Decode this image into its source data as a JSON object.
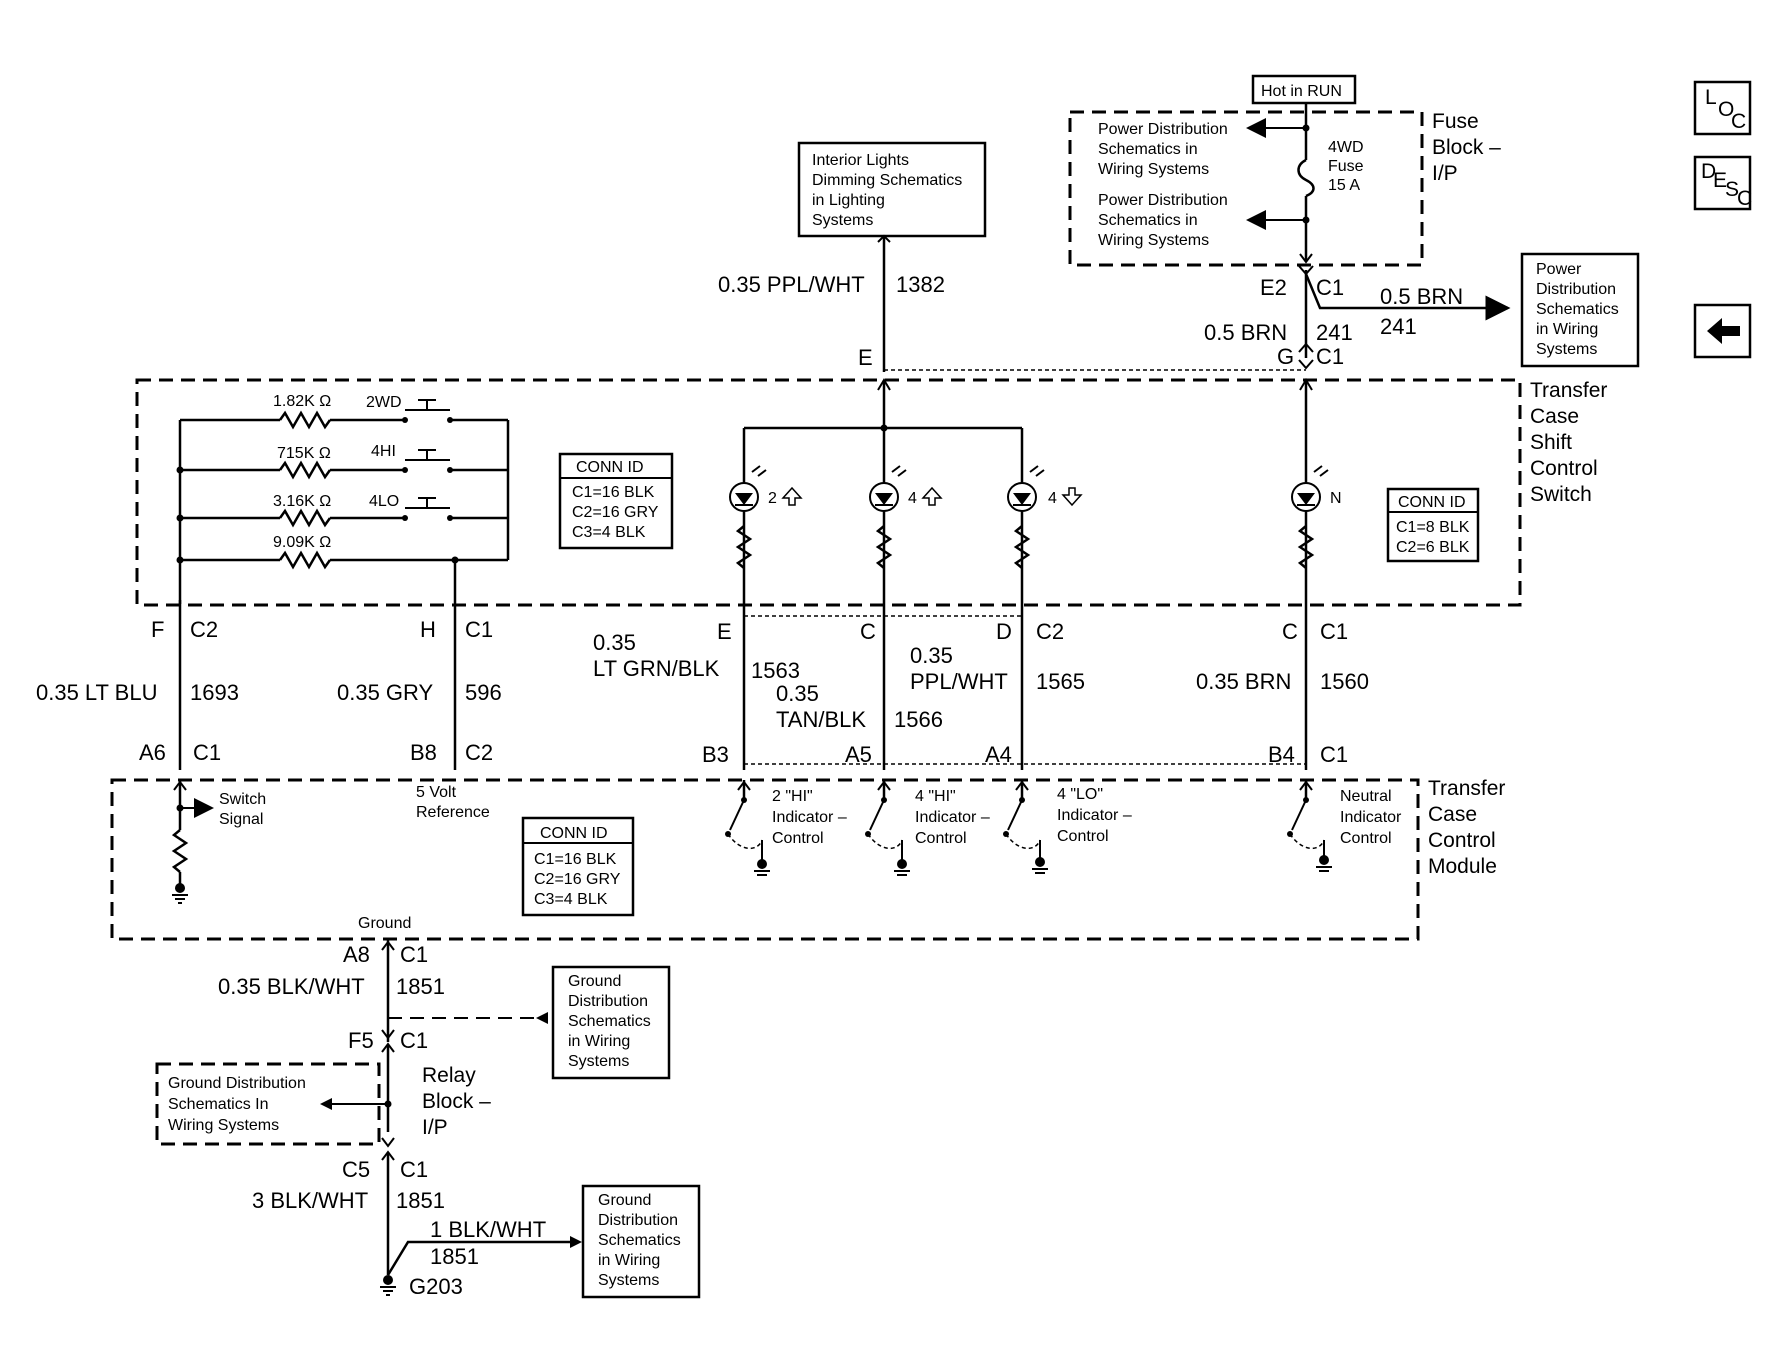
{
  "nav": {
    "loc_l": "L",
    "loc_o": "O",
    "loc_c": "C",
    "desc_d": "D",
    "desc_e": "E",
    "desc_s": "S",
    "desc_c": "C"
  },
  "hot_in_run": "Hot in RUN",
  "fuse_block": {
    "title": [
      "Fuse",
      "Block –",
      "I/P"
    ],
    "ref1": [
      "Power Distribution",
      "Schematics in",
      "Wiring Systems"
    ],
    "ref2": [
      "Power Distribution",
      "Schematics in",
      "Wiring Systems"
    ],
    "fuse": [
      "4WD",
      "Fuse",
      "15 A"
    ]
  },
  "interior_lights": [
    "Interior Lights",
    "Dimming Schematics",
    "in Lighting",
    "Systems"
  ],
  "power_dist_right": [
    "Power",
    "Distribution",
    "Schematics",
    "in Wiring",
    "Systems"
  ],
  "top_wires": {
    "w1382": {
      "gauge": "0.35 PPL/WHT",
      "circuit": "1382",
      "pin": "E"
    },
    "e2": "E2",
    "c1": "C1",
    "brn_a": "0.5 BRN",
    "c241_a": "241",
    "brn_b": "0.5 BRN",
    "c241_b": "241",
    "g": "G",
    "c1b": "C1"
  },
  "switch": {
    "title": [
      "Transfer",
      "Case",
      "Shift",
      "Control",
      "Switch"
    ],
    "resistors": [
      "1.82K Ω",
      "715K Ω",
      "3.16K Ω",
      "9.09K Ω"
    ],
    "modes": [
      "2WD",
      "4HI",
      "4LO"
    ],
    "conn1": {
      "title": "CONN ID",
      "rows": [
        "C1=16 BLK",
        "C2=16 GRY",
        "C3=4 BLK"
      ]
    },
    "conn2": {
      "title": "CONN ID",
      "rows": [
        "C1=8 BLK",
        "C2=6 BLK"
      ]
    },
    "leds": [
      "2",
      "4",
      "4",
      "N"
    ]
  },
  "mid_wires": {
    "f": "F",
    "c2a": "C2",
    "h": "H",
    "c1a": "C1",
    "e": "E",
    "c": "C",
    "d": "D",
    "c2b": "C2",
    "cc": "C",
    "c1b": "C1",
    "w1693": {
      "gauge": "0.35 LT BLU",
      "circuit": "1693"
    },
    "w596": {
      "gauge": "0.35 GRY",
      "circuit": "596"
    },
    "w1563": {
      "gauge_a": "0.35",
      "gauge_b": "LT GRN/BLK",
      "circuit": "1563"
    },
    "w1566": {
      "gauge_a": "0.35",
      "gauge_b": "TAN/BLK",
      "circuit": "1566"
    },
    "w1565": {
      "gauge_a": "0.35",
      "gauge_b": "PPL/WHT",
      "circuit": "1565"
    },
    "w1560": {
      "gauge": "0.35 BRN",
      "circuit": "1560"
    },
    "a6": "A6",
    "c1c": "C1",
    "b8": "B8",
    "c2c": "C2",
    "b3": "B3",
    "a5": "A5",
    "a4": "A4",
    "b4": "B4",
    "c1d": "C1"
  },
  "module": {
    "title": [
      "Transfer",
      "Case",
      "Control",
      "Module"
    ],
    "switch_signal": [
      "Switch",
      "Signal"
    ],
    "five_volt": [
      "5 Volt",
      "Reference"
    ],
    "conn": {
      "title": "CONN ID",
      "rows": [
        "C1=16 BLK",
        "C2=16 GRY",
        "C3=4 BLK"
      ]
    },
    "ind_2hi": [
      "2 \"HI\"",
      "Indicator –",
      "Control"
    ],
    "ind_4hi": [
      "4 \"HI\"",
      "Indicator –",
      "Control"
    ],
    "ind_4lo": [
      "4 \"LO\"",
      "Indicator –",
      "Control"
    ],
    "ind_n": [
      "Neutral",
      "Indicator",
      "Control"
    ],
    "ground": "Ground"
  },
  "bottom": {
    "a8": "A8",
    "c1a": "C1",
    "w1851a": {
      "gauge": "0.35 BLK/WHT",
      "circuit": "1851"
    },
    "ground_ref1": [
      "Ground",
      "Distribution",
      "Schematics",
      "in Wiring",
      "Systems"
    ],
    "f5": "F5",
    "c1b": "C1",
    "relay": [
      "Relay",
      "Block –",
      "I/P"
    ],
    "relay_ref": [
      "Ground Distribution",
      "Schematics In",
      "Wiring Systems"
    ],
    "c5": "C5",
    "c1c": "C1",
    "w1851b": {
      "gauge": "3 BLK/WHT",
      "circuit": "1851"
    },
    "w1851c": {
      "gauge": "1 BLK/WHT",
      "circuit": "1851"
    },
    "ground_ref2": [
      "Ground",
      "Distribution",
      "Schematics",
      "in Wiring",
      "Systems"
    ],
    "g203": "G203"
  }
}
